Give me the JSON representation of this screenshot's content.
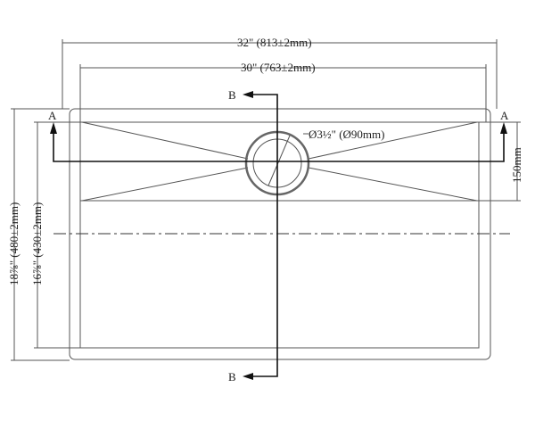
{
  "dimensions": {
    "overall_width": "32\" (813±2mm)",
    "inner_width": "30\" (763±2mm)",
    "overall_depth": "18⅞\" (480±2mm)",
    "inner_depth": "16⅞\" (430±2mm)",
    "drain_diameter": "Ø3½\" (Ø90mm)",
    "band_height": "150mm"
  },
  "sections": {
    "a_label": "A",
    "b_label": "B"
  }
}
